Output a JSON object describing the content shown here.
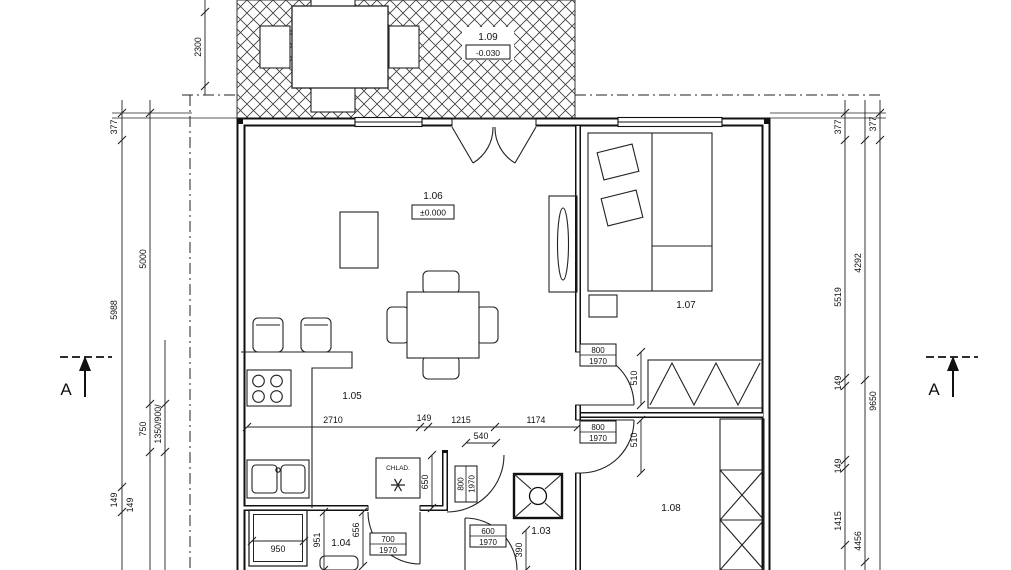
{
  "plan": {
    "rooms": {
      "r109": {
        "num": "1.09",
        "elev": "-0.030"
      },
      "r106": {
        "num": "1.06",
        "elev": "±0.000"
      },
      "r107": {
        "num": "1.07"
      },
      "r105": {
        "num": "1.05"
      },
      "r104": {
        "num": "1.04"
      },
      "r103": {
        "num": "1.03"
      },
      "r108": {
        "num": "1.08"
      }
    },
    "dims": {
      "terrace_depth": "2300",
      "left_offset": "377",
      "left_height": "5988",
      "left_149_a": "149",
      "left_149_b": "149",
      "left_5000": "5000",
      "left_750": "750",
      "left_parapet": "1350/900/",
      "right_offset_a": "377",
      "right_offset_b": "377",
      "right_5519": "5519",
      "right_4292": "4292",
      "right_total": "9650",
      "right_149_a": "149",
      "right_149_b": "149",
      "right_1415": "1415",
      "right_4456": "4456",
      "int_2710": "2710",
      "int_149": "149",
      "int_1215": "1215",
      "int_1174": "1174",
      "int_540": "540",
      "int_510_a": "510",
      "int_510_b": "510",
      "int_650": "650",
      "int_656": "656",
      "int_951": "951",
      "int_390": "390",
      "shower_width": "950"
    },
    "doors": {
      "bedroom": {
        "w": "800",
        "h": "1970"
      },
      "room108": {
        "w": "800",
        "h": "1970"
      },
      "hall": {
        "w": "800",
        "h": "1970"
      },
      "bathroom": {
        "w": "700",
        "h": "1970"
      },
      "room103": {
        "w": "600",
        "h": "1970"
      }
    },
    "labels": {
      "fridge": "CHLAD.",
      "section_left": "A",
      "section_right": "A"
    }
  }
}
